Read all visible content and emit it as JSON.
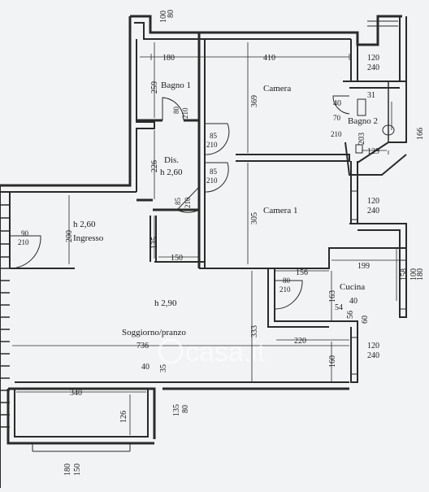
{
  "rooms": {
    "bagno1": "Bagno 1",
    "camera": "Camera",
    "bagno2": "Bagno 2",
    "dis": "Dis.",
    "dis_h": "h 2,60",
    "camera1": "Camera 1",
    "ingresso_h": "h 2,60",
    "ingresso": "Ingresso",
    "cucina": "Cucina",
    "soggiorno_h": "h 2,90",
    "soggiorno": "Soggiorno/pranzo"
  },
  "dimensions": {
    "top_100": "100",
    "top_80": "80",
    "bagno1_w": "180",
    "camera_w": "410",
    "win_top_w": "120",
    "win_top_h": "240",
    "bagno1_h": "259",
    "camera_h": "369",
    "bagno2_40": "40",
    "bagno2_31": "31",
    "bagno2_203": "203",
    "bagno2_129": "129",
    "right_166": "166",
    "dis_h": "226",
    "camera1_h": "305",
    "win_c1_w": "120",
    "win_c1_h": "240",
    "ingresso_h": "200",
    "ingresso_135": "135",
    "ingresso_150": "150",
    "cucina_156": "156",
    "cucina_199": "199",
    "cucina_158": "158",
    "cucina_side_a": "100",
    "cucina_side_b": "180",
    "cucina_163": "163",
    "cucina_54": "54",
    "cucina_56": "56",
    "cucina_40": "40",
    "cucina_60": "60",
    "soggiorno_736": "736",
    "soggiorno_333": "333",
    "soggiorno_220": "220",
    "win_s_w": "120",
    "win_s_h": "240",
    "soggiorno_160": "160",
    "soggiorno_40": "40",
    "soggiorno_35": "35",
    "soggiorno_340": "340",
    "soggiorno_126": "126",
    "bottom_135": "135",
    "bottom_80": "80",
    "bottom_180": "180",
    "bottom_150": "150"
  },
  "doors": {
    "bagno1_w": "80",
    "bagno1_h": "210",
    "dis1_w": "85",
    "dis1_h": "210",
    "dis2_w": "85",
    "dis2_h": "210",
    "dis3_w": "85",
    "dis3_h": "210",
    "bagno2_w": "70",
    "bagno2_h": "210",
    "ingresso_w": "90",
    "ingresso_h": "210",
    "soggiorno_w": "80",
    "soggiorno_h": "210"
  },
  "watermark": "casa.it"
}
